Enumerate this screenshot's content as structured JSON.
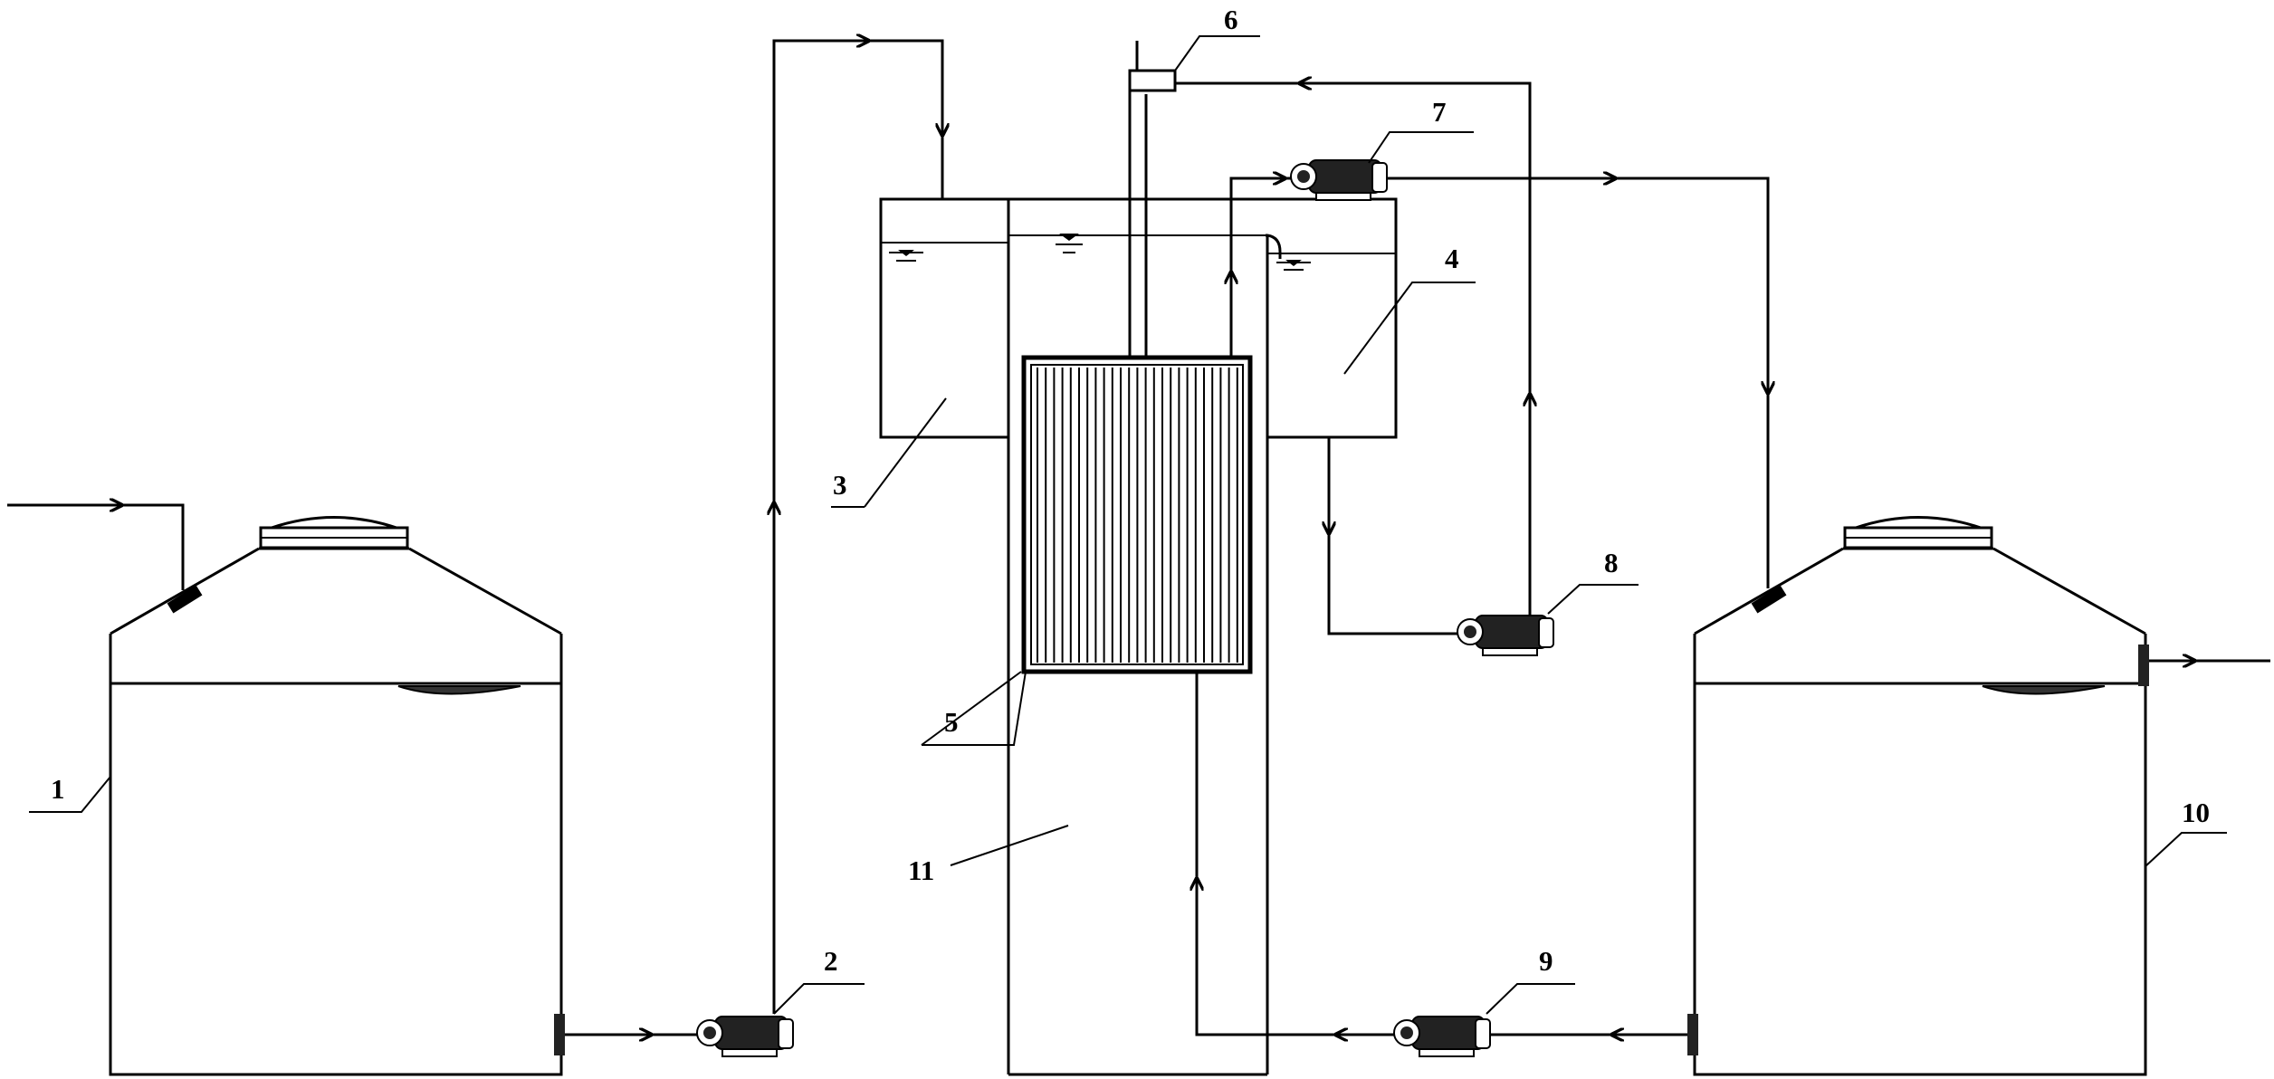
{
  "labels": {
    "tank_raw": "1",
    "pump_feed": "2",
    "tank_left": "3",
    "tank_right": "4",
    "membrane_module": "5",
    "vent_pipe": "6",
    "pump_permeate": "7",
    "pump_return": "8",
    "pump_backwash": "9",
    "tank_product": "10",
    "reactor": "11"
  }
}
